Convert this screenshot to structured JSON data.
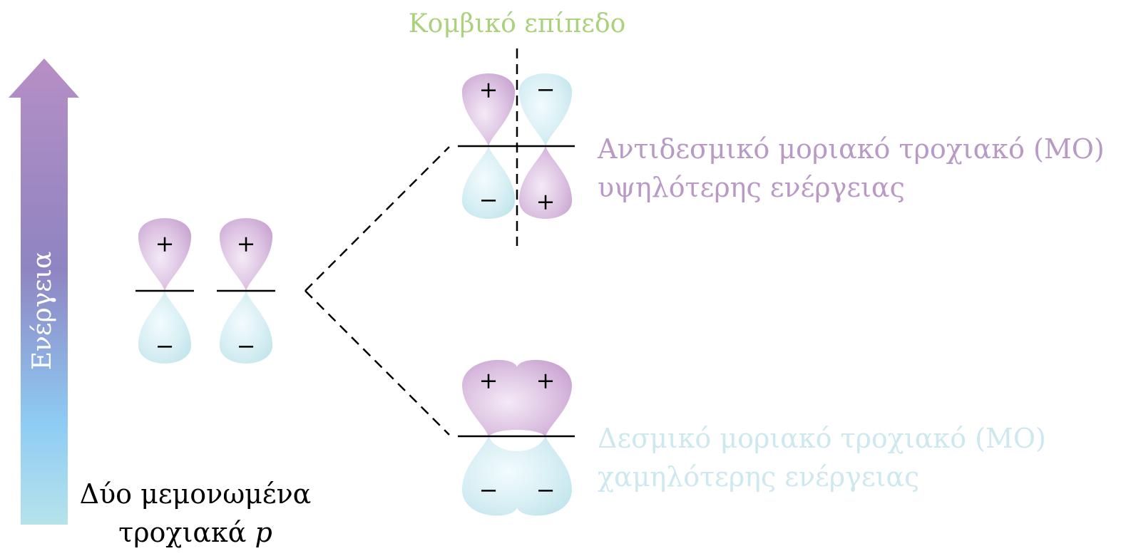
{
  "energy_axis": {
    "label": "Ενέργεια"
  },
  "isolated_orbitals": {
    "caption_line1": "Δύο μεμονωμένα",
    "caption_line2_prefix": "τροχιακά ",
    "caption_line2_italic": "p",
    "orbital_1": {
      "top_sign": "+",
      "bottom_sign": "−"
    },
    "orbital_2": {
      "top_sign": "+",
      "bottom_sign": "−"
    }
  },
  "nodal_plane": {
    "label": "Κομβικό επίπεδο"
  },
  "antibonding": {
    "line1": "Αντιδεσμικό μοριακό τροχιακό (ΜΟ)",
    "line2": "υψηλότερης ενέργειας",
    "signs": {
      "top_left": "+",
      "top_right": "−",
      "bottom_left": "−",
      "bottom_right": "+"
    }
  },
  "bonding": {
    "line1": "Δεσμικό μοριακό τροχιακό (ΜΟ)",
    "line2": "χαμηλότερης ενέργειας",
    "signs": {
      "top_left": "+",
      "top_right": "+",
      "bottom_left": "−",
      "bottom_right": "−"
    }
  },
  "colors": {
    "positive_lobe": "#cfa9d6",
    "negative_lobe": "#cde9ef",
    "nodal_label": "#a9d27a",
    "antibonding_text": "#b99ac6",
    "bonding_text": "#cde8ee",
    "arrow_top": "#b68fc4",
    "arrow_mid": "#8f84c2",
    "arrow_low": "#8ecbf4",
    "arrow_bottom": "#b6e3ea"
  }
}
